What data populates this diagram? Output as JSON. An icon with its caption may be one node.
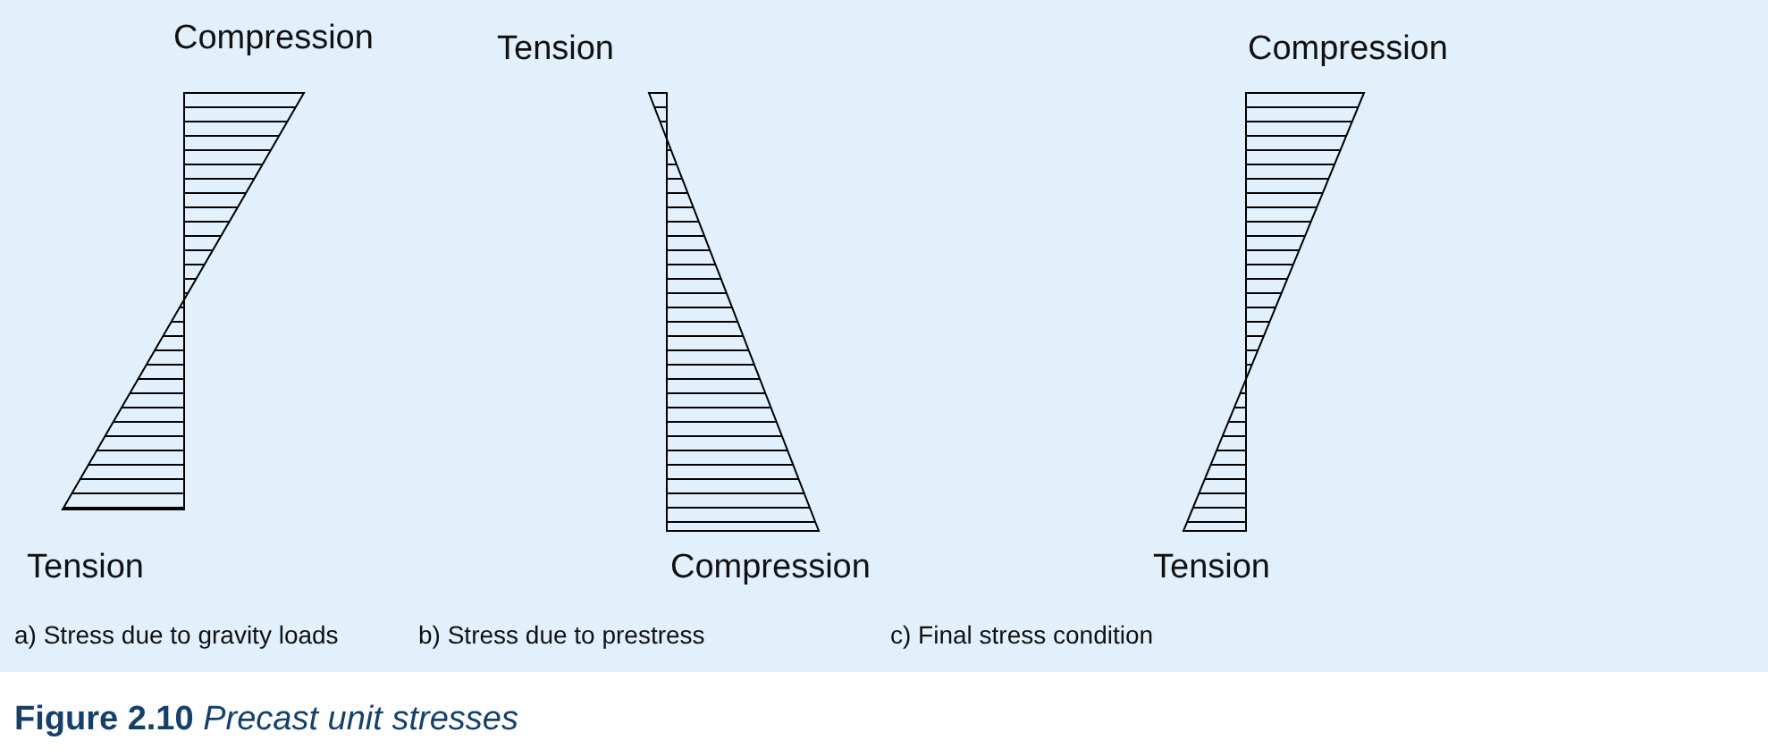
{
  "diagram": {
    "caption": "**Figure 2.10** *Precast unit stresses*",
    "labels": [
      "Compression",
      "Tension",
      "Tension",
      "Compression",
      "Compression",
      "Tension",
      "a) Stress due to gravity loads",
      "b) Stress due to prestress",
      "c) Final stress condition"
    ]
  }
}
